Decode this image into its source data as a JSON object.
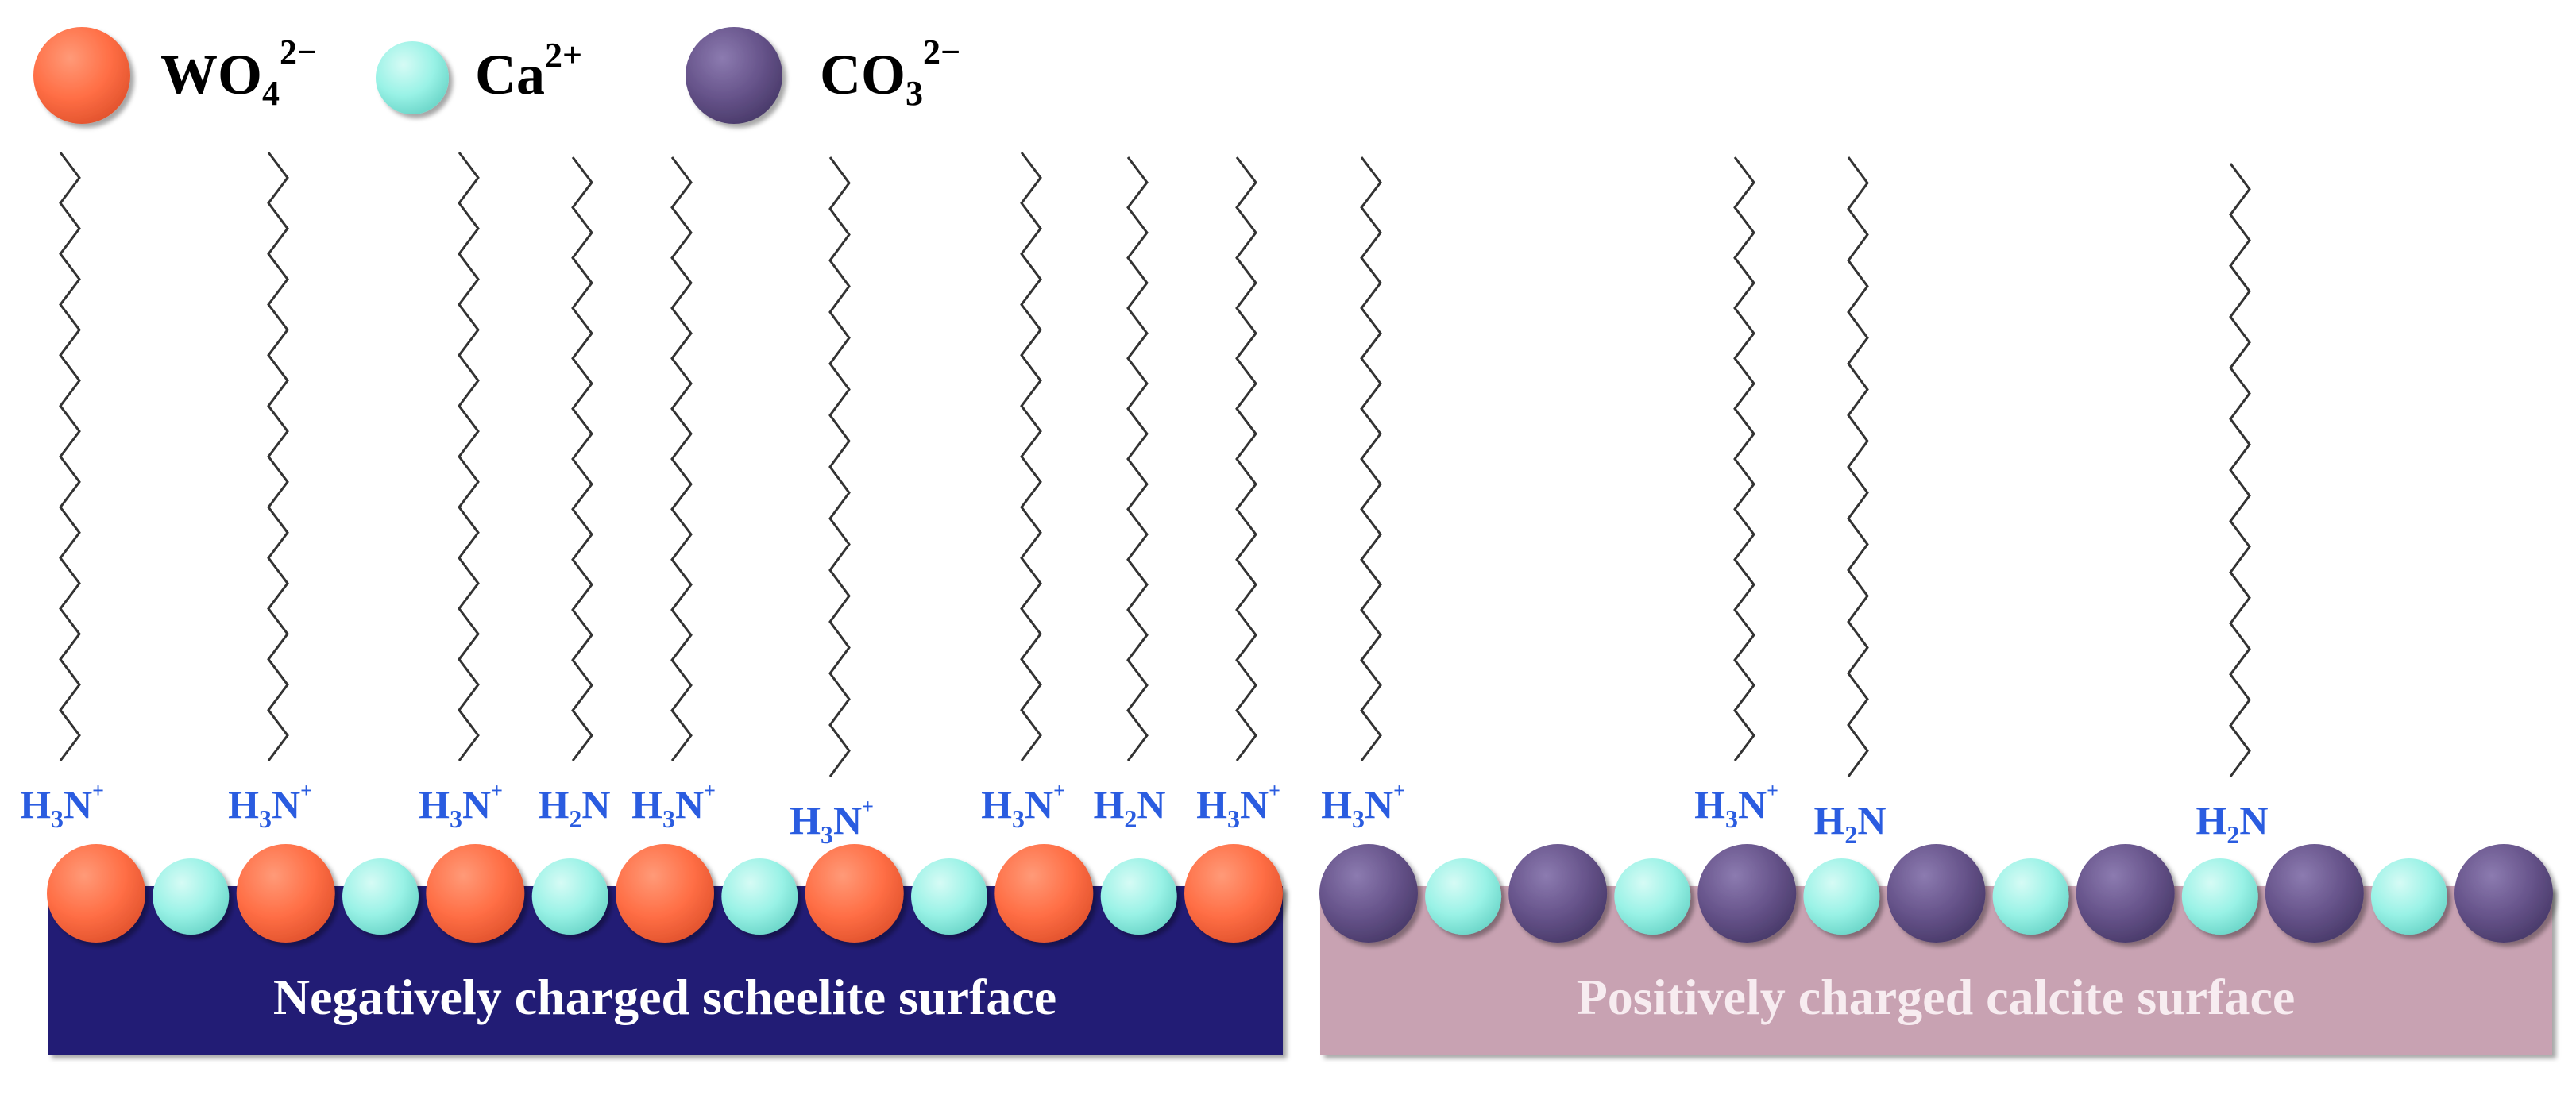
{
  "legend": {
    "items": [
      {
        "base": "WO",
        "sub": "4",
        "sup": "2−",
        "color": "#ff6e45"
      },
      {
        "base": "Ca",
        "sub": "",
        "sup": "2+",
        "color": "#99f2e6"
      },
      {
        "base": "CO",
        "sub": "3",
        "sup": "2−",
        "color": "#66538a"
      }
    ]
  },
  "surfaces": {
    "scheelite": {
      "label": "Negatively charged scheelite surface",
      "fill": "#201f74",
      "label_color": "#ffffff",
      "ion_sequence": [
        "WO4",
        "Ca",
        "WO4",
        "Ca",
        "WO4",
        "Ca",
        "WO4",
        "Ca",
        "WO4",
        "Ca",
        "WO4",
        "Ca",
        "WO4"
      ]
    },
    "calcite": {
      "label": "Positively charged calcite surface",
      "fill": "#c8a2b2",
      "label_color": "#f7ecf0",
      "ion_sequence": [
        "CO3",
        "Ca",
        "CO3",
        "Ca",
        "CO3",
        "Ca",
        "CO3",
        "Ca",
        "CO3",
        "Ca",
        "CO3",
        "Ca",
        "CO3"
      ]
    }
  },
  "collector": {
    "head_color": "#2a5ce0",
    "chain_color": "#333333",
    "molecules": [
      {
        "head": "H3N+",
        "surface": "scheelite"
      },
      {
        "head": "H3N+",
        "surface": "scheelite"
      },
      {
        "head": "H3N+",
        "surface": "scheelite"
      },
      {
        "head": "H2N",
        "surface": "scheelite"
      },
      {
        "head": "H3N+",
        "surface": "scheelite"
      },
      {
        "head": "H3N+",
        "surface": "scheelite"
      },
      {
        "head": "H3N+",
        "surface": "scheelite"
      },
      {
        "head": "H2N",
        "surface": "scheelite"
      },
      {
        "head": "H3N+",
        "surface": "scheelite"
      },
      {
        "head": "H3N+",
        "surface": "calcite"
      },
      {
        "head": "H3N+",
        "surface": "calcite"
      },
      {
        "head": "H2N",
        "surface": "calcite"
      },
      {
        "head": "H2N",
        "surface": "calcite"
      }
    ]
  }
}
